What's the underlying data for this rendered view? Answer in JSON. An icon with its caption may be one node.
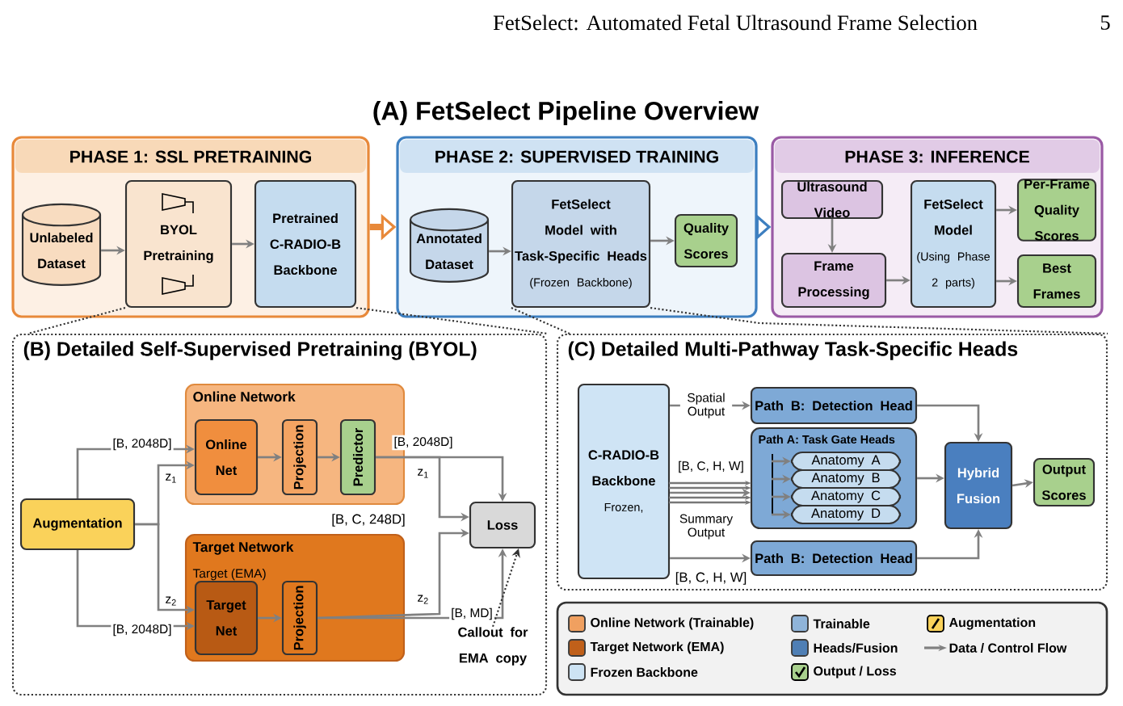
{
  "diagram": {
    "title": "(A) FetSelect Pipeline Overview",
    "nodes": [
      {
        "text": [
          "PHASE 1: SSL PRETRAINING"
        ]
      },
      {
        "text": [
          "Unlabeled Dataset"
        ],
        "in": 0
      },
      {
        "text": [
          "BYOL Pretraining"
        ],
        "in": 0
      },
      {
        "text": [
          "Pretrained C-RADIO-B Backbone"
        ],
        "in": 0
      },
      {
        "text": [
          "PHASE 2: SUPERVISED TRAINING"
        ]
      },
      {
        "text": [
          "Annotated Dataset"
        ],
        "in": 4
      },
      {
        "text": [
          "FetSelect Model with Task-Specific Heads",
          "(Frozen Backbone)"
        ],
        "in": 4
      },
      {
        "text": [
          "Quality Scores"
        ],
        "in": 4
      },
      {
        "text": [
          "PHASE 3: INFERENCE"
        ]
      },
      {
        "text": [
          "Ultrasound Video"
        ],
        "in": 8
      },
      {
        "text": [
          "Frame Processing"
        ],
        "in": 8
      },
      {
        "text": [
          "FetSelect Model",
          "(Using Phase 2 parts)"
        ],
        "in": 8
      },
      {
        "text": [
          "Per-Frame Quality Scores"
        ],
        "in": 8
      },
      {
        "text": [
          "Best Frames"
        ],
        "in": 8
      },
      {
        "text": [
          "(B) Detailed Self-Supervised Pretraining (BYOL)"
        ]
      },
      {
        "text": [
          "Online Network"
        ],
        "in": 14
      },
      {
        "text": [
          "Online Net"
        ],
        "in": 15
      },
      {
        "text": [
          "Projection"
        ],
        "in": 15
      },
      {
        "text": [
          "Predictor"
        ],
        "in": 15
      },
      {
        "text": [
          "Augmentation"
        ],
        "in": 14
      },
      {
        "text": [
          "Target Network",
          "Target (EMA)"
        ],
        "in": 14
      },
      {
        "text": [
          "Target Net"
        ],
        "in": 20
      },
      {
        "text": [
          "Projection"
        ],
        "in": 20
      },
      {
        "text": [
          "Loss"
        ],
        "in": 14
      },
      {
        "text": [
          "(C) Detailed Multi-Pathway Task-Specific Heads"
        ]
      },
      {
        "text": [
          "C-RADIO-B Backbone",
          "Frozen,"
        ],
        "in": 24
      },
      {
        "text": [
          "Path B: Detection Head"
        ],
        "in": 24
      },
      {
        "text": [
          "Path A: Task Gate Heads"
        ],
        "in": 24
      },
      {
        "text": [
          "Anatomy A"
        ],
        "in": 27
      },
      {
        "text": [
          "Anatomy B"
        ],
        "in": 27
      },
      {
        "text": [
          "Anatomy C"
        ],
        "in": 27
      },
      {
        "text": [
          "Anatomy D"
        ],
        "in": 27
      },
      {
        "text": [
          "Hybrid Fusion"
        ],
        "in": 24
      },
      {
        "text": [
          "Output Scores"
        ],
        "in": 24
      },
      {
        "text": [
          "Path B: Detection Head"
        ],
        "in": 24
      },
      {
        "text": [
          "Callout for EMA copy"
        ],
        "in": 14
      }
    ],
    "edges": [
      {
        "from": 1,
        "to": 2,
        "arrow": "to"
      },
      {
        "from": 2,
        "to": 3,
        "arrow": "to"
      },
      {
        "from": 0,
        "to": 4,
        "arrow": "to",
        "style": "thick",
        "color": "#e8893a"
      },
      {
        "from": 5,
        "to": 6,
        "arrow": "to"
      },
      {
        "from": 6,
        "to": 7,
        "arrow": "to"
      },
      {
        "from": 4,
        "to": 8,
        "arrow": "to",
        "style": "thick",
        "color": "#3d7fc0"
      },
      {
        "from": 9,
        "to": 10,
        "arrow": "to"
      },
      {
        "from": 10,
        "to": 11,
        "arrow": "to"
      },
      {
        "from": 11,
        "to": 12,
        "arrow": "to"
      },
      {
        "from": 11,
        "to": 13,
        "arrow": "to"
      },
      {
        "from": 2,
        "to": 14,
        "arrow": "none",
        "style": "dashed"
      },
      {
        "from": 3,
        "to": 14,
        "arrow": "none",
        "style": "dashed"
      },
      {
        "from": 6,
        "to": 24,
        "arrow": "none",
        "style": "dashed"
      },
      {
        "from": 6,
        "to": 24,
        "arrow": "none",
        "style": "dashed"
      },
      {
        "from": 19,
        "to": 16,
        "arrow": "to",
        "label": "[B, 2048D]"
      },
      {
        "from": 19,
        "to": 16,
        "arrow": "to",
        "label": "z$_{1}$"
      },
      {
        "from": 16,
        "to": 17,
        "arrow": "to"
      },
      {
        "from": 17,
        "to": 18,
        "arrow": "to"
      },
      {
        "from": 18,
        "to": 23,
        "arrow": "to",
        "label": "[B, 2048D]"
      },
      {
        "from": 18,
        "to": 23,
        "arrow": "to",
        "label": "z$_{1}$"
      },
      {
        "from": 19,
        "to": 21,
        "arrow": "to",
        "label": "z$_{2}$"
      },
      {
        "from": 19,
        "to": 21,
        "arrow": "to",
        "label": "[B, 2048D]"
      },
      {
        "from": 21,
        "to": 22,
        "arrow": "to"
      },
      {
        "from": 22,
        "to": 23,
        "arrow": "to",
        "label": "z$_{2}$"
      },
      {
        "from": 22,
        "to": 23,
        "arrow": "to",
        "label": "[B, MD]"
      },
      {
        "from": 35,
        "to": 23,
        "arrow": "to",
        "style": "dashed"
      },
      {
        "from": 25,
        "to": 26,
        "arrow": "to",
        "label": "Spatial Output"
      },
      {
        "from": 25,
        "to": 27,
        "arrow": "to",
        "label": "[B, C, H, W]"
      },
      {
        "from": 25,
        "to": 34,
        "arrow": "to",
        "label": "Summary Output"
      },
      {
        "from": 27,
        "to": 28,
        "arrow": "to"
      },
      {
        "from": 27,
        "to": 29,
        "arrow": "to"
      },
      {
        "from": 27,
        "to": 30,
        "arrow": "to"
      },
      {
        "from": 27,
        "to": 31,
        "arrow": "to"
      },
      {
        "from": 26,
        "to": 32,
        "arrow": "to"
      },
      {
        "from": 27,
        "to": 32,
        "arrow": "to"
      },
      {
        "from": 34,
        "to": 32,
        "arrow": "to"
      },
      {
        "from": 32,
        "to": 33,
        "arrow": "to"
      }
    ],
    "labels": [
      "FetSelect: Automated Fetal Ultrasound Frame Selection",
      "5",
      "[B, C, 248D]",
      "[B, C, H, W]"
    ],
    "legend": [
      {
        "text": "Online Network (Trainable)",
        "color": "#f0a060"
      },
      {
        "text": "Trainable",
        "color": "#8fb4d9"
      },
      {
        "text": "Augmentation"
      },
      {
        "text": "Target Network (EMA)",
        "color": "#c0601a"
      },
      {
        "text": "Heads/Fusion",
        "color": "#4f7fb5"
      },
      {
        "text": "Data / Control Flow"
      },
      {
        "text": "Frozen Backbone",
        "color": "#cde3f3"
      },
      {
        "text": "Output / Loss"
      }
    ]
  }
}
